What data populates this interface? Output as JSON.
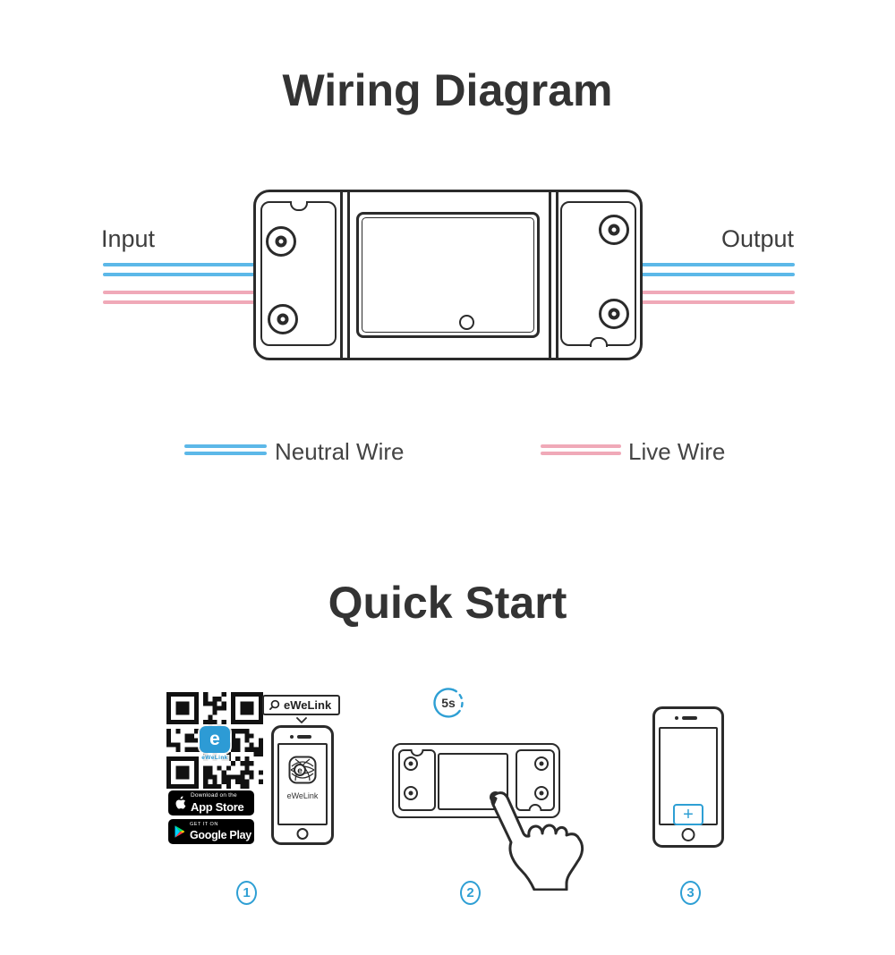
{
  "colors": {
    "accent_blue": "#2e9fd4",
    "neutral_wire_blue": "#5cb8e8",
    "live_wire_pink": "#f0a9b8",
    "title_text": "#333333",
    "line_art": "#2b2b2b"
  },
  "wiring_section": {
    "title": "Wiring Diagram",
    "input_label": "Input",
    "output_label": "Output",
    "legend": {
      "neutral": {
        "label": "Neutral Wire",
        "color": "#5cb8e8"
      },
      "live": {
        "label": "Live Wire",
        "color": "#f0a9b8"
      }
    }
  },
  "quick_start_section": {
    "title": "Quick Start",
    "step1": {
      "search_text": "eWeLink",
      "qr_logo_letter": "e",
      "qr_logo_caption": "eWeLink",
      "app_store_badge": {
        "line1": "Download on the",
        "line2": "App Store"
      },
      "google_play_badge": {
        "line1": "GET IT ON",
        "line2": "Google Play"
      },
      "phone_app_letter": "e",
      "phone_app_label": "eWeLink"
    },
    "step2": {
      "hold_time": "5s"
    },
    "step3": {
      "add_button_label": "+"
    },
    "step_numbers": {
      "one": "1",
      "two": "2",
      "three": "3"
    }
  }
}
